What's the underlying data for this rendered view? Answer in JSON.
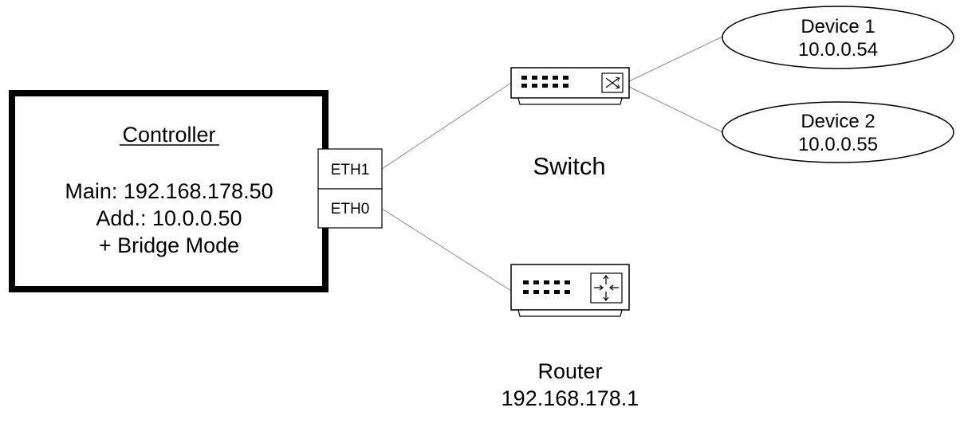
{
  "controller": {
    "title": "Controller",
    "main": "Main: 192.168.178.50",
    "additional": "Add.: 10.0.0.50",
    "mode": "+ Bridge Mode",
    "ports": {
      "eth1": "ETH1",
      "eth0": "ETH0"
    }
  },
  "switch": {
    "label": "Switch"
  },
  "router": {
    "label": "Router",
    "ip": "192.168.178.1"
  },
  "devices": [
    {
      "name": "Device 1",
      "ip": "10.0.0.54"
    },
    {
      "name": "Device 2",
      "ip": "10.0.0.55"
    }
  ],
  "icons": {
    "switch": "network-switch-icon",
    "router": "router-icon"
  }
}
